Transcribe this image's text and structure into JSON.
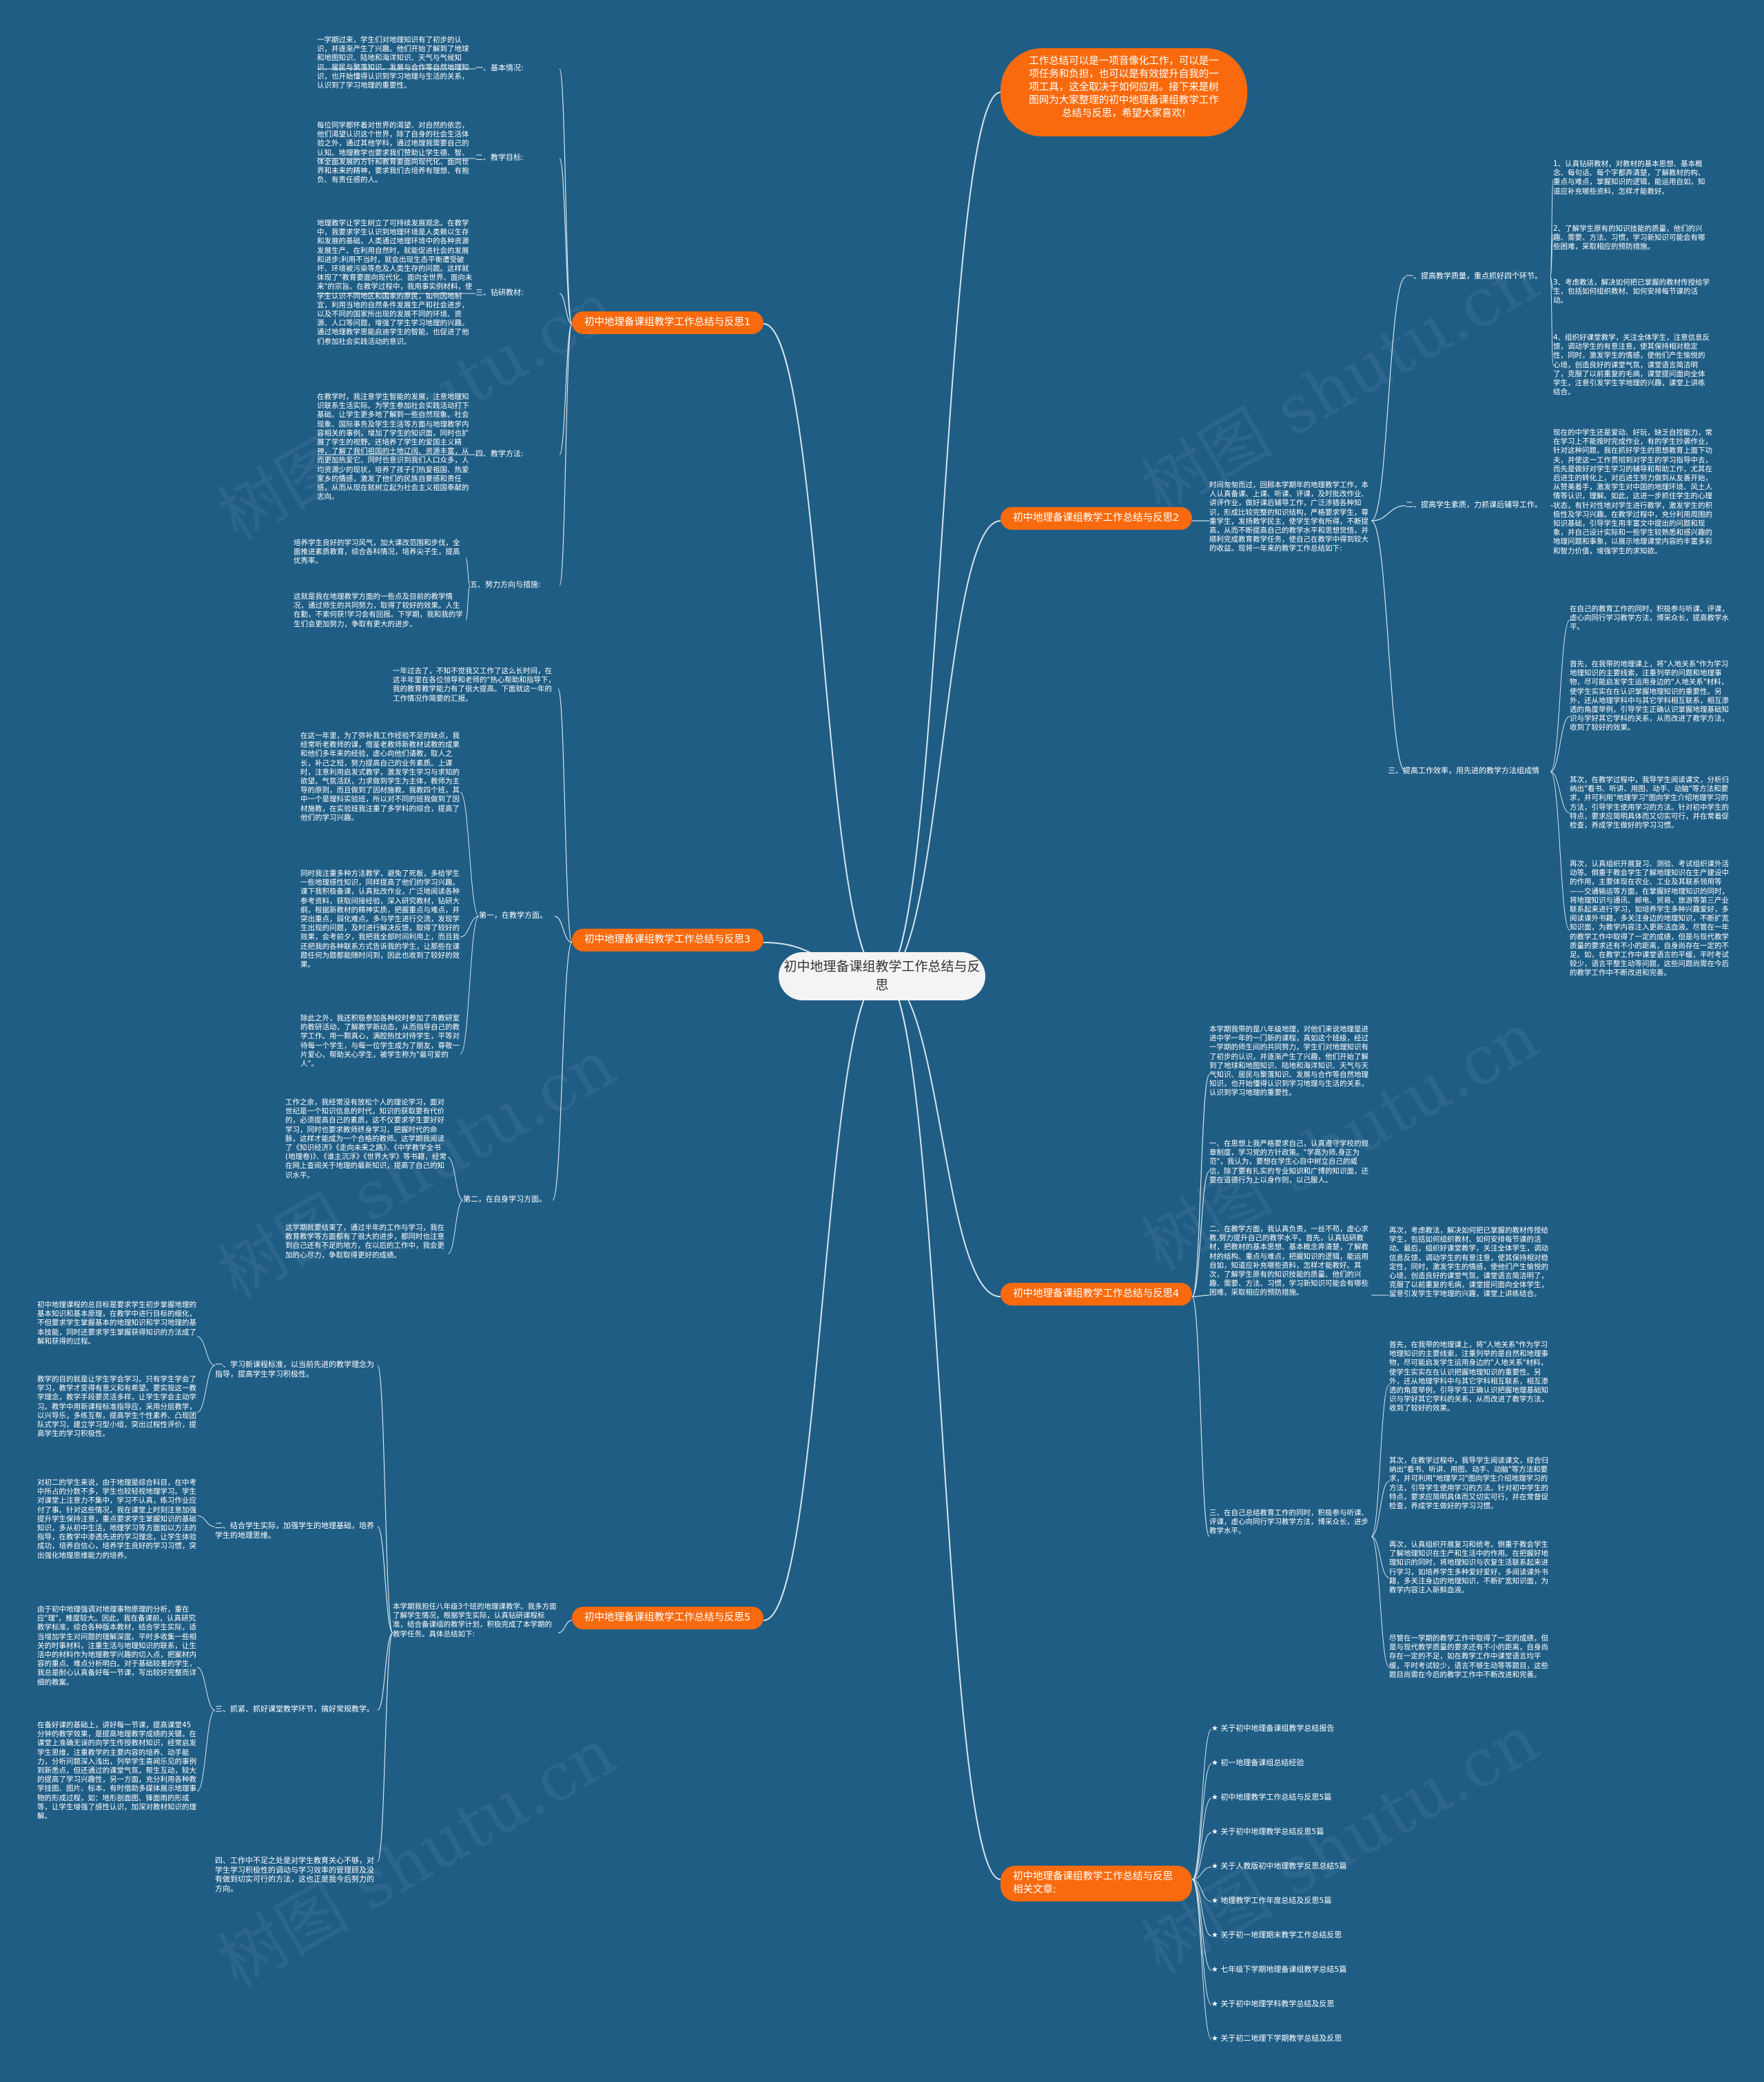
{
  "center": "初中地理备课组教学工作总结与反思",
  "intro": "工作总结可以是一项音像化工作，可以是一项任务和负担，也可以是有效提升自我的一项工具，这全取决于如何应用。接下来是树图网为大家整理的初中地理备课组教学工作总结与反思，希望大家喜欢!",
  "watermark": "树图 shutu.cn",
  "branches": {
    "b1": {
      "title": "初中地理备课组教学工作总结与反思1",
      "items": [
        {
          "label": "一、基本情况:",
          "text": "一学期过来，学生们对地理知识有了初步的认识，并逐渐产生了兴趣。他们开始了解到了地球和地图知识、陆地和海洋知识、天气与气候知识、居民与聚落知识、发展与合作等自然地理知识，也开始懂得认识到学习地理与生活的关系，认识到了学习地理的重要性。"
        },
        {
          "label": "二、教学目标:",
          "text": "每位同学都怀着对世界的渴望、对自然的依恋，他们渴望认识这个世界，除了自身的社会生活体验之外，通过其他学科，通过地理我需要自己的认知。地理教学也要求我们赞助让学生德、智、体全面发展的方针和教育要面向现代化、面向世界和未来的精神，要求我们去培养有理想、有抱负、有责任感的人。"
        },
        {
          "label": "三、钻研教材:",
          "text": "地理教学让学生树立了可持续发展观念。在教学中，我要求学生认识到地理环境是人类赖以生存和发展的基础，人类通过地理环境中的各种资源发展生产。在利用自然时，就能促进社会的发展和进步;利用不当时，就会出现生态平衡遭受破坏、环境被污染等危及人类生存的问题。这样就体现了\"教育要面向现代化、面向全世界、面向未来\"的宗旨。在教学过程中，我用事实例材料，使学生认识不同地区和国家的原民，如何因地制宜，利用当地的自然条件发展生产和社会进步，以及不同的国家所出现的发展不同的环境、资源、人口等问题，增强了学生学习地理的兴趣。通过地理教学思能启迪学生的智能，也促进了他们参加社会实践活动的意识。"
        },
        {
          "label": "四、教学方法:",
          "text": "在教学时，我注意学生智能的发展，注意地理知识联系生活实际。为学生参加社会实践活动打下基础。让学生更多地了解到一些自然现象、社会现象、国际事务及学生生活等方面与地理教学内容相关的事例，增加了学生的知识面，同时也扩展了学生的视野。还培养了学生的爱国主义精神，了解了我们祖国的土地辽阔、资源丰富，从而更加热爱它。同时也意识到我们人口众多，人均资源少的现状，培养了孩子们热爱祖国、热爱家乡的情感，激发了他们的民族自豪感和责任感，从而从现在就树立起为社会主义祖国奉献的志向。"
        },
        {
          "label": "五、努力方向与措施:",
          "texts": [
            "培养学生良好的学习风气，加大课改范围和步伐，全面推进素质教育，综合各科情况，培养尖子生，提高优秀率。",
            "这就是我在地理教学方面的一些点及目前的教学情况，通过师生的共同努力，取得了较好的效果。人生在勤，不索何获!学习会有回报。下学期，我和我的学生们会更加努力，争取有更大的进步。"
          ]
        }
      ]
    },
    "b2": {
      "title": "初中地理备课组教学工作总结与反思2",
      "intro": "时间匆匆而过，回顾本学期年的地理教学工作，本人认真备课、上课、听课、评课，及时批改作业、讲评作业，做好课后辅导工作，广泛涉猎各种知识，形成比较完整的知识结构，严格要求学生，尊重学生，发扬教学民主，使学生学有所得，不断提高，从而不断提高自己的教学水平和思想觉悟，并顺利完成教育教学任务，使自己在教学中得到较大的收益。现将一年来的教学工作总结如下:",
      "items": [
        {
          "label": "一、提高教学质量，重点抓好四个环节。",
          "texts": [
            "1、认真钻研教材，对教材的基本思想、基本概念、每句话、每个字都弄清楚，了解教材的构、重点与难点，掌握知识的逻辑，能运用自如，知道应补充哪些资料，怎样才能教好。",
            "2、了解学生原有的知识技能的质量，他们的兴趣、需要、方法、习惯，学习新知识可能会有哪些困难，采取相应的预防措施。",
            "3、考虑教法，解决如何把已掌握的教材传授给学生，包括如何组织教材、如何安排每节课的活动。",
            "4、组织好课堂教学，关注全体学生，注意信息反馈，调动学生的有意注意，使其保持相对稳定性，同时，激发学生的情感，使他们产生愉悦的心境，创造良好的课堂气氛，课堂语言简洁明了，克服了以前重复的毛病，课堂提问面向全体学生，注意引发学生学地理的兴趣，课堂上讲练结合。"
          ]
        },
        {
          "label": "二、提高学生素质，力抓课后辅导工作。",
          "text": "现在的中学生还是爱动、好玩，缺乏自控能力，常在学习上不能按时完成作业，有的学生抄袭作业，针对这种问题，我在抓好学生的思想教育上面下功夫，并使这一工作贯彻到对学生的学习指导中去，而先是做好对学生学习的辅导和帮助工作，尤其在后进生的转化上，对后进生努力做到从友善开始，从赞美着手，激发学生对中国的地理环境、风土人情等认识，理解。如此，这进一步抓住学生的心理状态，有针对性地对学生进行教学，激发学生的积极性及学习兴趣。在教学过程中，充分利用周围的知识基础，引导学生用丰富文中提出的问题和现象，并自己设计实际和一些学生较熟悉和感兴趣的地理问题和事象，以展示地理课堂内容的丰富多彩和智力价值，增强学生的求知欲。"
        },
        {
          "label": "三、提高工作效率，用先进的教学方法组成情",
          "texts": [
            "在自己的教育工作的同时，积极参与听课、评课，虚心向同行学习教学方法，博采众长，提高教学水平。",
            "首先，在我带的地理课上，将\"人地关系\"作为学习地理知识的主要线索，注重列举的问题和地理事物，尽可能启发学生运用身边的\"人地关系\"材料，使学生实实在在认识掌握地理知识的重要性。另外，还从地理学科中与其它学科相互联系，相互渗透的角度举例，引导学生正确认识掌握地理基础知识与学好其它学科的关系，从而改进了教学方法，收到了较好的效果。",
            "其次，在教学过程中，我导学生阅读课文，分析归纳出\"看书、听讲、用图、动手、动脑\"等方法和要求，并可利用\"地理学习\"图向学生介绍地理学习的方法，引导学生使用学习的方法。针对初中学生的特点，要求应简明具体而又切实可行，并在常着促检查，养成学生做好的学习习惯。",
            "再次，认真组织开展复习、测验、考试组织课外活动等。倒重于教会学生了解地理知识在生产建设中的作用，主要体现在农业、工业及其联系领用等——交通输运等方面，在掌握好地理知识的同时，将地理知识与通讯、邮电、贸易、旅游等第三产业联系起来进行学习，如培养学生多种兴趣爱好，多阅读课外书籍，多关注身边的地理知识，不断扩宽知识面，为教学内容注入更新活血液。尽管在一年的教学工作中取得了一定的成绩，但是与现代教学质量的要求还有不小的距离，自身尚存在一定的不足。如，在教学工作中课堂语言的平缓，平时考试较少，语言平整生动等问题，这些问题尚需在今后的教学工作中不断改进和完善。"
          ]
        }
      ]
    },
    "b3": {
      "title": "初中地理备课组教学工作总结与反思3",
      "intro": "一年过去了，不知不觉我又工作了这么长时间，在这半年里在各位领导和老师的\"热心帮助和指导下，我的教育教学能力有了很大提高。下面就这一年的工作情况作简要的汇报。",
      "items": [
        {
          "label": "第一，在教学方面。",
          "texts": [
            "在这一年里，为了弥补我工作经验不足的缺点，我经常听老教师的课，借鉴老教师新教材试教的成果和他们多年来的经验，虚心向他们请教，取人之长，补己之短，努力提高自己的业务素质。上课时，注意利用启发式教学，激发学生学习与求知的欲望。气氛活跃，力求做到学生为主体，教师为主导的原则，而且做到了因材施教。我教四个班，其中一个是理科实验班，所以对不同的班我做到了因材施教，在实验班我注重了多学科的综合，提高了他们的学习兴趣。",
            "同时我注重多种方法教学，避免了死板，多给学生一些地理感性知识，同样提高了他们的学习兴趣。课下我积极备课，认真批改作业，广泛地阅读各种参考资料，获取间接经验，深入研究教材，钻研大纲，根据新教材的精神实质，把握重点与难点，并突出重点，弱化难点。多与学生进行交流，发现学生出现的问题，及时进行解决反馈，取得了较好的效果，会考前夕，我把我全部时间利用上，而且我还把我的各种联系方式告诉我的学生，让那些在课题任何为题都能随时问到，因此也收到了较好的效果。",
            "除此之外，我还积极参加各种校时参加了市教研室的教研活动，了解教学新动态，从而指导自己的教学工作。用一颗真心，满腔热忱对待学生，平等对待每一个学生，与每一位学生成为了朋友，尊敬一片爱心，帮助关心学生，被学生称为\"最可爱的人\"。"
          ]
        },
        {
          "label": "第二，在自身学习方面。",
          "texts": [
            "工作之余，我经常没有放松个人的理论学习，面对世纪是一个知识信息的时代，知识的获取要有代价的，必须提高自己的素质，这不仅要求学生要好好学习，同时也要求教师终身学习，把握时代的命脉，这样才能成为一个合格的教师。这学期我阅读了《知识经济》《走向未来之路》、《中学教学全书(地理卷)》、《谁主沉浮》《世界大学》等书籍，经常在网上查阅关于地理的最新知识，提高了自己的知识水平。",
            "这学期就要结束了，通过半年的工作与学习，我在教育教学等方面都有了很大的进步，都同时也注意到自己还有不足的地方，在以后的工作中，我会更加的心尽力，争取取得更好的成绩。"
          ]
        }
      ]
    },
    "b4": {
      "title": "初中地理备课组教学工作总结与反思4",
      "intro": "本学期我带的是八年级地理，对他们来说地理是进进中学一年的一门新的课程，真如这个班级，经过一学期的师生间的共同努力，学生们对地理知识有了初步的认识，并逐渐产生了兴趣，他们开始了解到了地球和地图知识、陆地和海洋知识、天气与天气知识、居民与聚落知识、发展与合作等自然地理知识，也开始懂得认识到学习地理与生活的关系，认识到学习地理的重要性。",
      "items": [
        {
          "text": "一、在思想上我严格要求自己，认真遵守学校的规章制度，学习党的方针政策。\"学高为师,身正为范\"，我认为，要想在学生心目中树立自己的威信，除了要有扎实的专业知识和广博的知识面，还要在道德行为上以身作则，以己服人。"
        },
        {
          "text": "二、在教学方面，我认真负责，一丝不苟，虚心求教,努力提升自己的教学水平。首先，认真钻研教材，把教材的基本思想、基本概念弄清楚，了解教材的结构、重点与难点，把握知识的逻辑，能运用自如，知道应补充哪些资料，怎样才能教好。其次，了解学生原有的知识技能的质量、他们的兴趣、需要、方法、习惯，学习新知识可能会有哪些困难，采取相应的预防措施。",
          "sub": "再次，考虑教法，解决如何把已掌握的教材传授给学生，包括如何组织教材、如何安排每节课的活动。最后，组织好课堂教学，关注全体学生，调动信息反馈，调动学生的有意注意，使其保持相对稳定性，同时，激发学生的情感，使他们产生愉悦的心境，创造良好的课堂气氛，课堂语言简洁明了，克服了以前重复的毛病，课堂提问面向全体学生，留意引发学生学地理的兴趣，课堂上讲练结合。"
        },
        {
          "text": "三、在自己总结教育工作的同时，积极参与听课、评课，虚心向同行学习教学方法，博采众长，进步教学水平。",
          "subs": [
            "首先，在我带的地理课上，将\"人地关系\"作为学习地理知识的主要线索，注重列举的是自然和地理事物，尽可能启发学生运用身边的\"人地关系\"材料，使学生实实在在认识把握地理知识的重要性。另外，还从地理学科中与其它学科相互联系，相互渗透的角度举例，引导学生正确认识把握地理基础知识与学好其它学科的关系，从而改进了教学方法，收到了较好的效果。",
            "其次，在教学过程中，我导学生阅读课文，综合归纳出\"看书、听讲、用图、动手、动脑\"等方法和要求，并可利用\"地理学习\"图向学生介绍地理学习的方法，引导学生使用学习的方法。针对初中学生的特点，要求应简明具体而又切实可行，并在常督促检查，养成学生做好的学习习惯。",
            "再次，认真组织开展复习和统考。侧重于教会学生了解地理知识在生产和生活中的作用。在把握好地理知识的同时，将地理知识与农复生活联系起来进行学习，如培养学生多种爱好爱好，多阅读课外书籍，多关注身边的地理知识，不断扩宽知识面，为教学内容注入新鲜血液。",
            "尽管在一学期的教学工作中取得了一定的成绩，但是与现代教学质量的要求还有不小的距离，自身尚存在一定的不足，如在教学工作中课堂语言均平缓，平时考试较少，语言不够生动等等题目，这些题目尚需在今后的教学工作中不断改进和完善。"
          ]
        }
      ]
    },
    "b5": {
      "title": "初中地理备课组教学工作总结与反思5",
      "intro": "本学期我担任八年级3个班的地理课教学。我多方面了解学生情况，根据学生实际，认真钻研课程标准，结合备课组的教学计划，积极完成了本学期的教学任务。具体总结如下:",
      "items": [
        {
          "label": "一、学习新课程标准，以当前先进的教学理念为指导，提高学生学习积极性。",
          "texts": [
            "初中地理课程的总目标是要求学生初步掌握地理的基本知识和基本原理，在教学中进行目标的细化，不但要求学生掌握基本的地理知识和学习地理的基本技能，同时还要求学生掌握获得知识的方法成了解和获得的过程。",
            "教学的目的就是让学生学会学习。只有学生学会了学习，教学才变得有意义和有希望。要实现这一教学理念，教学手段要灵活多样，让学生学会主动学习。教学中用新课程标准指导应，采用分层教学，以兴导乐，多练互帮，提高学生个性素养、凸现团队式学习，建立学习型小组，突出过程性评价，提高学生的学习积极性。"
          ]
        },
        {
          "label": "二、结合学生实际，加强学生的地理基础，培养学生的地理思维。",
          "text": "对初二的学生来说，由于地理是综合科目，在中考中所占的分数不多，学生也较轻视地理学习。学生对课堂上注意力不集中，学习不认真，练习作业应付了事。针对这些情况，我在课堂上时刻注意加强提升学生保持注意，重点要求学生掌握知识的基础知识，多从初中生活，地理学习等方面如以方法的指导，在教学中渗透先进的学习理念，让学生体验成功，培养自信心，培养学生良好的学习习惯，突出强化地理思维能力的培养。"
        },
        {
          "label": "三、抓紧、抓好课堂教学环节，搞好常规教学。",
          "texts": [
            "由于初中地理强调对地理事物原理的分析，重在应\"理\"，推度较大。因此，我在备课前，认真研究教学标准，综合各种版本教材，结合学生实际，适当增加学生对问题的理解深度。平时多收集一些相关的时事材料，注重生活与地理知识的联系，让生活中的材料作为地理教学兴趣的切入点，把案材内容的重点、难点分析明白。对于基础较差的学生，我总是耐心认真备好每一节课，写出较好完整而详细的教案。",
            "在备好课的基础上，讲好每一节课，提高课堂45分钟的教学效果，是提高地理教学成绩的关键。在课堂上准确无误的向学生传授教材知识，经常启发学生思维，注重教学的主要内容的培养、动手能力，分析问题深入浅出，列举学生喜闻乐见的事例到新悉点，但还通过的课堂气氛，帮生互动，较大的提高了学习兴趣性，另一方面，充分利用各种教学挂图、图片、标本，有时借助多媒体展示地理事物的形成过程，如：地形剖面图、锋面雨的形成等，让学生增强了感性认识，加深对教材知识的理解。"
          ]
        },
        {
          "label": "四、工作中不足之处是对学生教育关心不够，对学生学习积极性的调动与学习效率的管理顾及没有做到切实可行的方法，这也正是我今后努力的方向。"
        }
      ]
    },
    "b6": {
      "title": "初中地理备课组教学工作总结与反思相关文章:",
      "links": [
        "★ 关于初中地理备课组教学总结报告",
        "★ 初一地理备课组总结经验",
        "★ 初中地理教学工作总结与反思5篇",
        "★ 关于初中地理教学总结反思5篇",
        "★ 关于人教版初中地理教学反思总结5篇",
        "★ 地理教学工作年度总结及反思5篇",
        "★ 关于初一地理期末教学工作总结反思",
        "★ 七年级下学期地理备课组教学总结5篇",
        "★ 关于初中地理学科教学总结及反思",
        "★ 关于初二地理下学期教学总结及反思"
      ]
    }
  }
}
